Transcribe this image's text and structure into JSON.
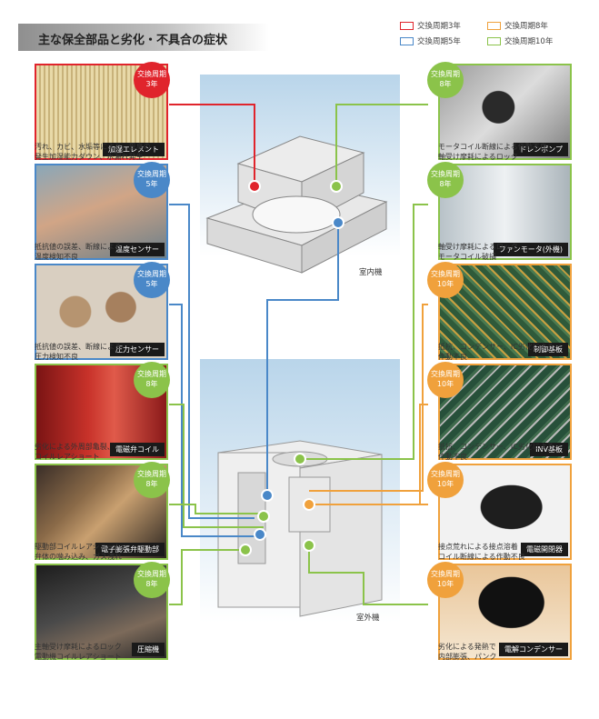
{
  "title": "主な保全部品と劣化・不具合の症状",
  "legend": [
    {
      "label": "交換周期3年",
      "color": "#e0242c"
    },
    {
      "label": "交換周期5年",
      "color": "#4a88c8"
    },
    {
      "label": "交換周期8年",
      "color": "#f0a13c"
    },
    {
      "label": "交換周期10年",
      "color": "#8bc34a"
    }
  ],
  "indoor_label": "室内機",
  "outdoor_label": "室外機",
  "left_parts": [
    {
      "name": "加湿エレメント",
      "badge1": "交換周期",
      "badge2": "3年",
      "color": "#e0242c",
      "desc1": "汚れ、カビ、水垢等により、異臭の",
      "desc2": "発生加湿能力ダウン、水漏れ発生"
    },
    {
      "name": "温度センサー",
      "badge1": "交換周期",
      "badge2": "5年",
      "color": "#4a88c8",
      "desc1": "抵抗値の誤差、断線による",
      "desc2": "温度検知不良"
    },
    {
      "name": "圧力センサー",
      "badge1": "交換周期",
      "badge2": "5年",
      "color": "#4a88c8",
      "desc1": "抵抗値の誤差、断線による",
      "desc2": "圧力検知不良"
    },
    {
      "name": "電磁弁コイル",
      "badge1": "交換周期",
      "badge2": "8年",
      "color": "#8bc34a",
      "desc1": "劣化による外周部亀裂、",
      "desc2": "コイルレアショート"
    },
    {
      "name": "電子膨張弁駆動部",
      "badge1": "交換周期",
      "badge2": "8年",
      "color": "#8bc34a",
      "desc1": "駆動部コイルレアショート",
      "desc2": "弁体の噛み込み、ガス洩れ"
    },
    {
      "name": "圧縮機",
      "badge1": "交換周期",
      "badge2": "8年",
      "color": "#8bc34a",
      "desc1": "主軸受け摩耗によるロック",
      "desc2": "電動機コイルレアショート"
    }
  ],
  "right_parts": [
    {
      "name": "ドレンポンプ",
      "badge1": "交換周期",
      "badge2": "8年",
      "color": "#8bc34a",
      "desc1": "モータコイル断線による作動不良",
      "desc2": "軸受け摩耗によるロック"
    },
    {
      "name": "ファンモータ(外機)",
      "badge1": "交換周期",
      "badge2": "8年",
      "color": "#8bc34a",
      "desc1": "軸受け摩耗によるロック",
      "desc2": "モータコイル破損"
    },
    {
      "name": "制御基板",
      "badge1": "交換周期",
      "badge2": "10年",
      "color": "#f0a13c",
      "desc1": "抵抗、コンデンサー、IC劣化による",
      "desc2": "作動不良"
    },
    {
      "name": "INV基板",
      "badge1": "交換周期",
      "badge2": "10年",
      "color": "#f0a13c",
      "desc1": "抵抗、コンデンサー、IC劣化による",
      "desc2": "作動不良"
    },
    {
      "name": "電磁開閉器",
      "badge1": "交換周期",
      "badge2": "10年",
      "color": "#f0a13c",
      "desc1": "接点荒れによる接点溶着",
      "desc2": "コイル断線による作動不良"
    },
    {
      "name": "電解コンデンサー",
      "badge1": "交換周期",
      "badge2": "10年",
      "color": "#f0a13c",
      "desc1": "劣化による発熱で",
      "desc2": "内部膨張、パンク"
    }
  ]
}
